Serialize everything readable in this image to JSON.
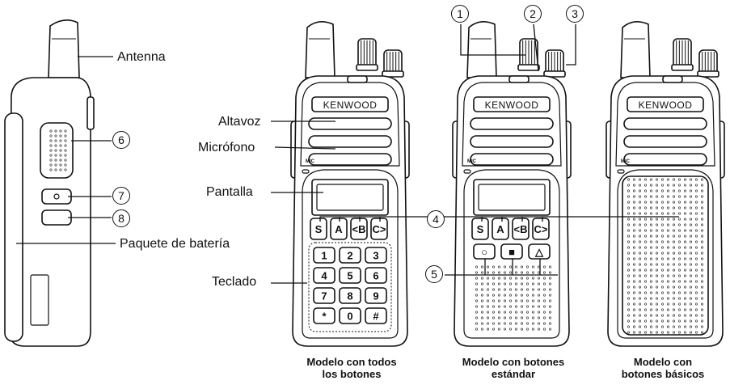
{
  "brand": "KENWOOD",
  "mic_label": "MIC",
  "labels": {
    "antenna": "Antenna",
    "speaker": "Altavoz",
    "microphone": "Micrófono",
    "display": "Pantalla",
    "battery": "Paquete de batería",
    "keypad": "Teclado"
  },
  "callouts": [
    "1",
    "2",
    "3",
    "4",
    "5",
    "6",
    "7",
    "8"
  ],
  "keys": {
    "func": [
      "S",
      "A",
      "<B",
      "C>"
    ],
    "basic": [
      "○",
      "■",
      "△"
    ],
    "numeric": [
      "1",
      "2",
      "3",
      "4",
      "5",
      "6",
      "7",
      "8",
      "9",
      "*",
      "0",
      "#"
    ]
  },
  "captions": {
    "full_line1": "Modelo con todos",
    "full_line2": "los botones",
    "std_line1": "Modelo con botones",
    "std_line2": "estándar",
    "basic_line1": "Modelo con",
    "basic_line2": "botones básicos"
  }
}
